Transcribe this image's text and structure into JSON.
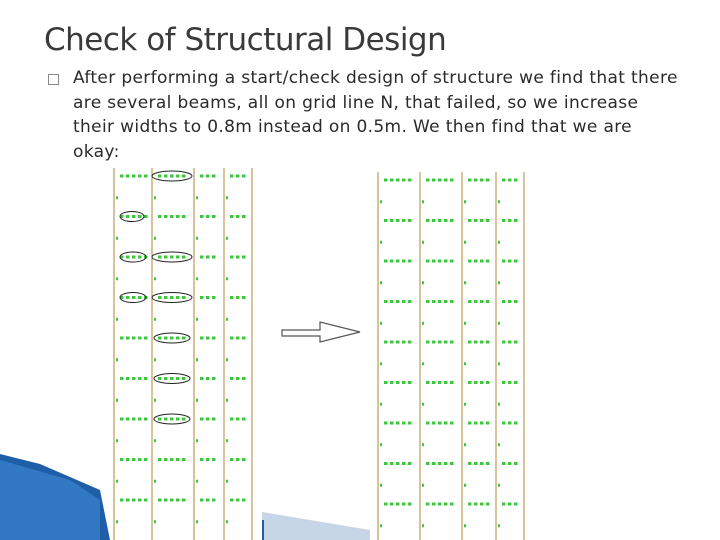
{
  "slide": {
    "title": "Check of Structural Design",
    "bullet_icon": "square-bullet-icon",
    "body": "After performing a start/check design of structure we find that there are several beams, all on grid line N, that failed, so we increase their widths to 0.8m instead on 0.5m. We then find that we are okay:"
  },
  "colors": {
    "title": "#3a3a3a",
    "gridline": "#b08a3a",
    "beam_label": "#3cc83c",
    "failure_marker": "#222222",
    "arrow": "#555555",
    "corner_decoration": "#1f5fa8"
  },
  "icons": {
    "arrow": "right-arrow-icon",
    "failure_marker": "ellipse-highlight-icon"
  },
  "diagrams": {
    "before": {
      "state": "failed",
      "failed_beams_on_grid_line": "N"
    },
    "after": {
      "state": "okay",
      "new_beam_width": "0.8m",
      "old_beam_width": "0.5m"
    }
  }
}
